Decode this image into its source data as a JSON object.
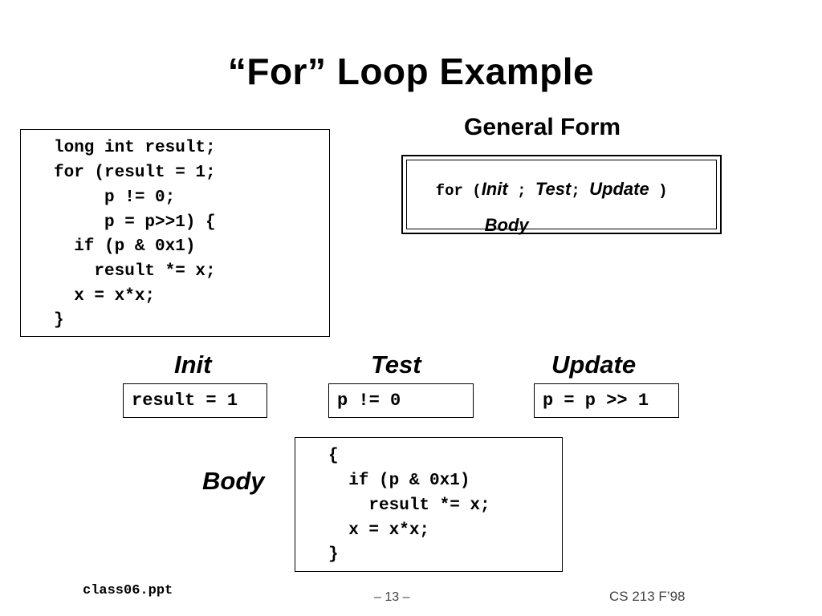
{
  "slide": {
    "title": "“For” Loop Example"
  },
  "code": {
    "lines": [
      "long int result;",
      "for (result = 1;",
      "     p != 0;",
      "     p = p>>1) {",
      "  if (p & 0x1)",
      "    result *= x;",
      "  x = x*x;",
      "}"
    ]
  },
  "general_form": {
    "heading": "General Form",
    "for_kw": "for (",
    "init": "Init",
    "sep1": ";",
    "test": "Test",
    "sep2": ";",
    "update": "Update",
    "close": ")",
    "body": "Body"
  },
  "parts": {
    "init_label": "Init",
    "init_code": "result = 1",
    "test_label": "Test",
    "test_code": "p != 0",
    "update_label": "Update",
    "update_code": "p = p >> 1",
    "body_label": "Body",
    "body_lines": [
      "{",
      "  if (p & 0x1)",
      "    result *= x;",
      "  x = x*x;",
      "}"
    ]
  },
  "footer": {
    "file": "class06.ppt",
    "page": "– 13 –",
    "course": "CS 213 F’98"
  }
}
